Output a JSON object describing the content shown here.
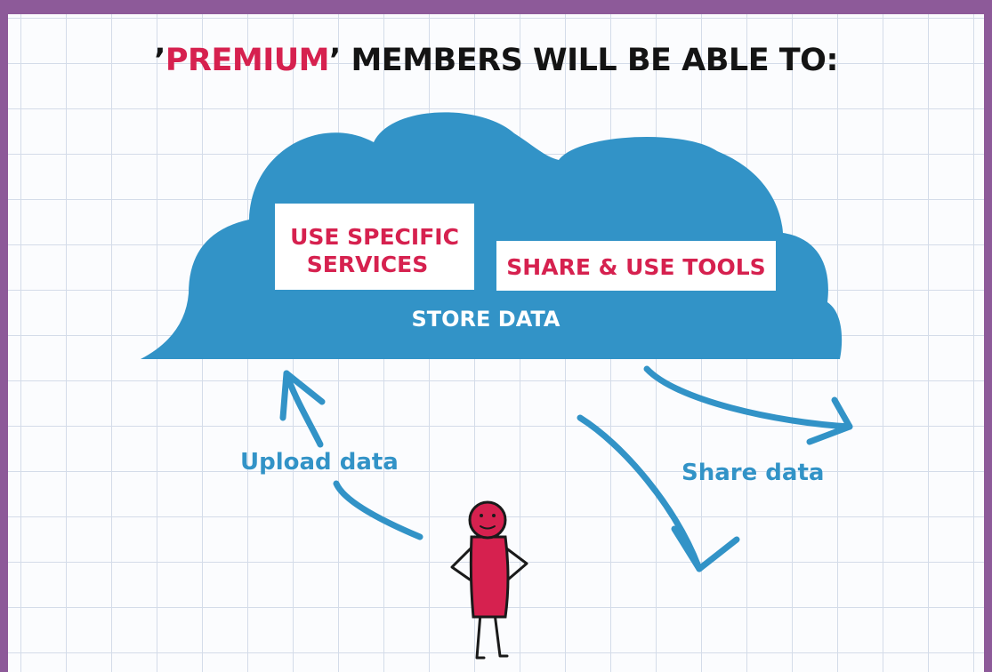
{
  "headline": {
    "quote_open": "’",
    "emphasis": "PREMIUM",
    "rest": "’ MEMBERS WILL BE ABLE TO:"
  },
  "cloud": {
    "box_specific_line1": "USE SPECIFIC",
    "box_specific_line2": "SERVICES",
    "box_tools": "SHARE & USE TOOLS",
    "store_label": "STORE DATA"
  },
  "arrows": {
    "upload_label": "Upload data",
    "share_label": "Share data"
  },
  "colors": {
    "frame": "#8d5a99",
    "cloud": "#3293c7",
    "accent": "#d6214f",
    "heading": "#141414"
  }
}
